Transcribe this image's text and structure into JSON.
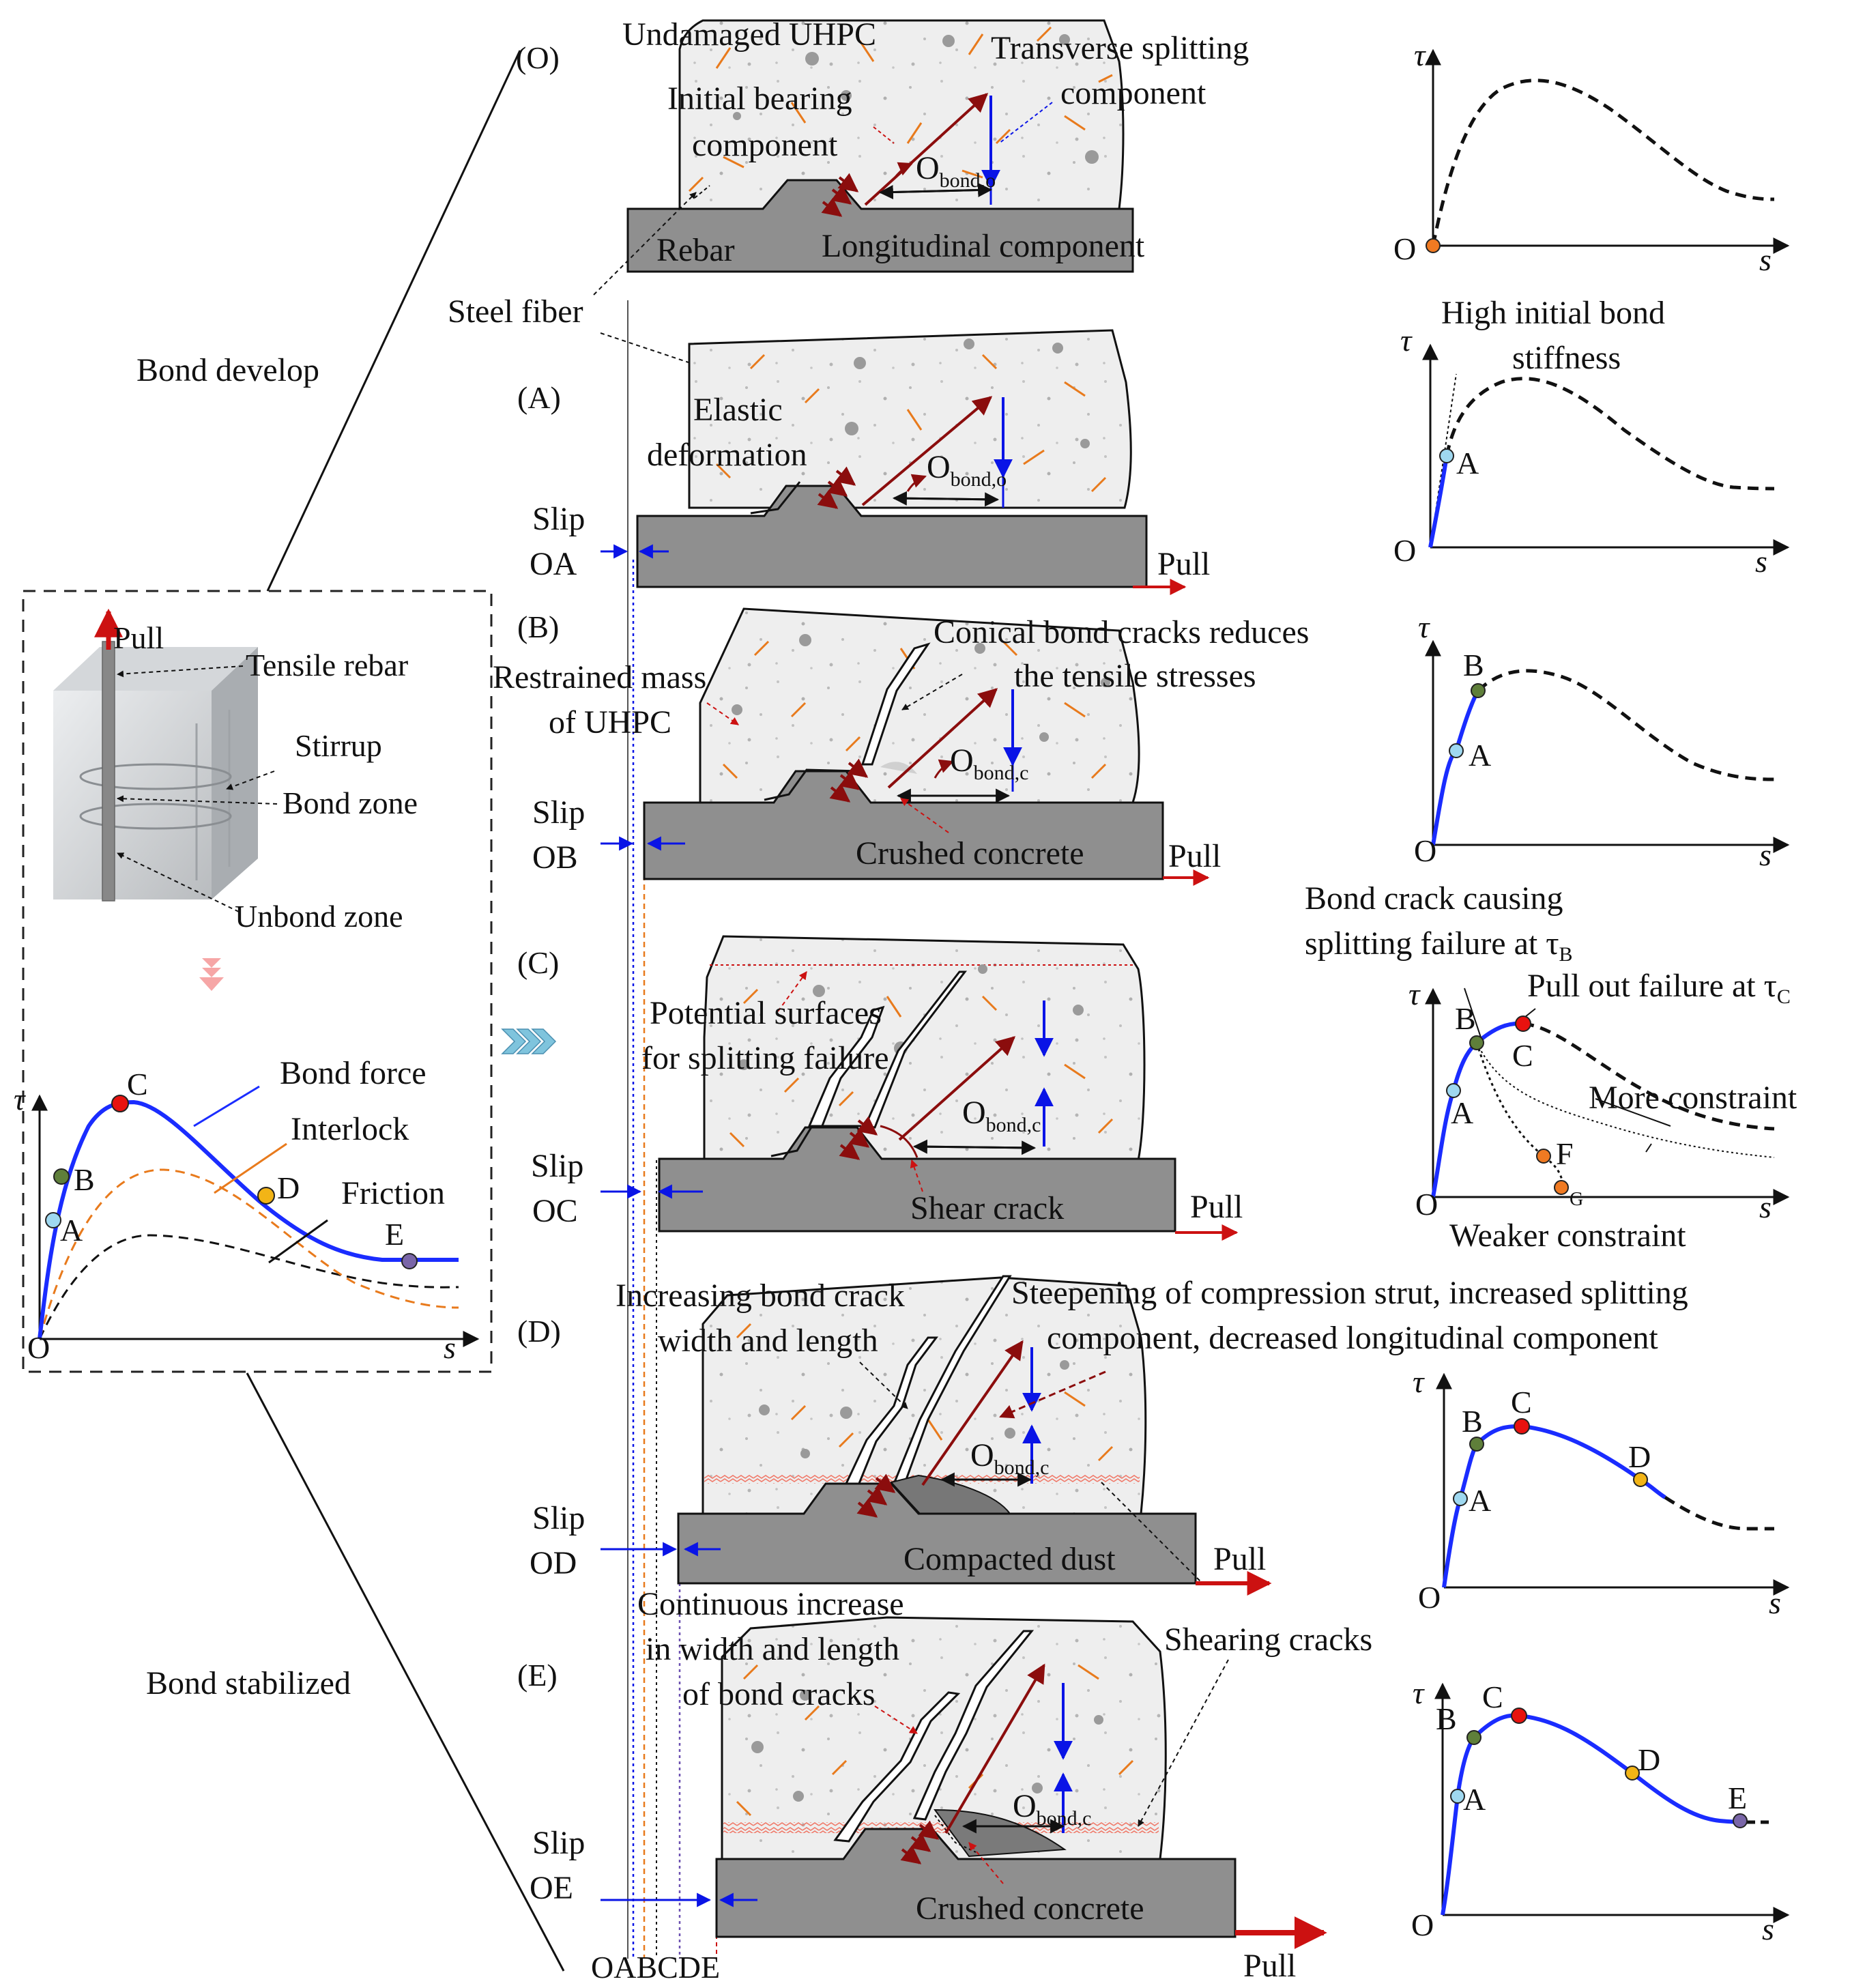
{
  "colors": {
    "blue": "#0a14e6",
    "curve_blue": "#1a2cff",
    "red": "#cc1111",
    "darkred": "#8b0d0d",
    "orange": "#e87a1c",
    "panel_grey": "#dcdcdc",
    "rebar_grey": "#8f8f8f",
    "point_A": "#9fd8f0",
    "point_B": "#5f7f3a",
    "point_C": "#e8120f",
    "point_D": "#f2b416",
    "point_E": "#7a66a8",
    "point_F": "#f07a22"
  },
  "summary": {
    "pull": "Pull",
    "tensile_rebar": "Tensile rebar",
    "stirrup": "Stirrup",
    "bond_zone": "Bond zone",
    "unbond_zone": "Unbond zone",
    "bond_force": "Bond force",
    "interlock": "Interlock",
    "friction": "Friction",
    "tau": "τ",
    "s": "s",
    "O": "O",
    "A": "A",
    "B": "B",
    "C": "C",
    "D": "D",
    "E": "E",
    "bond_develop": "Bond develop",
    "bond_stabilized": "Bond stabilized"
  },
  "stage_O": {
    "tag": "(O)",
    "undamaged": "Undamaged UHPC",
    "transverse": "Transverse splitting",
    "transverse2": "component",
    "initial": "Initial bearing",
    "initial2": "component",
    "theta": "O",
    "theta_sub": "bond,o",
    "rebar": "Rebar",
    "longitudinal": "Longitudinal component",
    "steel_fiber": "Steel fiber"
  },
  "stage_A": {
    "tag": "(A)",
    "elastic": "Elastic",
    "elastic2": "deformation",
    "theta": "O",
    "theta_sub": "bond,o",
    "slip": "Slip",
    "slip2": "OA",
    "pull": "Pull",
    "chart_note": "High initial bond",
    "chart_note2": "stiffness"
  },
  "stage_B": {
    "tag": "(B)",
    "conical": "Conical bond cracks reduces",
    "conical2": "the tensile stresses",
    "restrained": "Restrained mass",
    "restrained2": "of UHPC",
    "theta": "O",
    "theta_sub": "bond,c",
    "crushed": "Crushed concrete",
    "slip": "Slip",
    "slip2": "OB",
    "pull": "Pull"
  },
  "stage_C": {
    "tag": "(C)",
    "potential": "Potential surfaces",
    "potential2": "for splitting failure",
    "theta": "O",
    "theta_sub": "bond,c",
    "shear": "Shear crack",
    "slip": "Slip",
    "slip2": "OC",
    "pull": "Pull",
    "split_note": "Bond crack causing",
    "split_note2": "splitting failure at τ",
    "split_sub": "B",
    "pullout_note": "Pull out failure at τ",
    "pullout_sub": "C",
    "more": "More constraint",
    "weaker": "Weaker constraint",
    "F": "F",
    "G": "G"
  },
  "stage_D": {
    "tag": "(D)",
    "increasing": "Increasing bond crack",
    "increasing2": "width and length",
    "steepening": "Steepening of compression strut, increased splitting",
    "steepening2": "component, decreased  longitudinal component",
    "theta": "O",
    "theta_sub": "bond,c",
    "compacted": "Compacted dust",
    "slip": "Slip",
    "slip2": "OD",
    "pull": "Pull"
  },
  "stage_E": {
    "tag": "(E)",
    "continuous": "Continuous increase",
    "continuous2": "in width and length",
    "continuous3": "of bond cracks",
    "shearing": "Shearing cracks",
    "theta": "O",
    "theta_sub": "bond,c",
    "crushed": "Crushed concrete",
    "slip": "Slip",
    "slip2": "OE",
    "pull": "Pull",
    "axis_labels": "OABCDE"
  }
}
